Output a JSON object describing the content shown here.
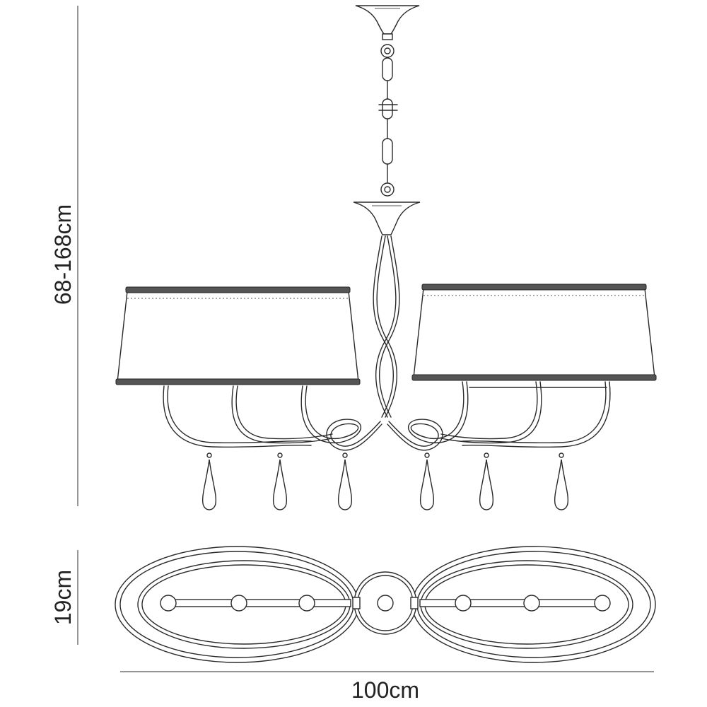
{
  "dimensions": {
    "height": "68-168cm",
    "depth": "19cm",
    "width": "100cm"
  },
  "colors": {
    "line": "#2a2a2a",
    "background": "#ffffff",
    "trim": "#555555"
  }
}
